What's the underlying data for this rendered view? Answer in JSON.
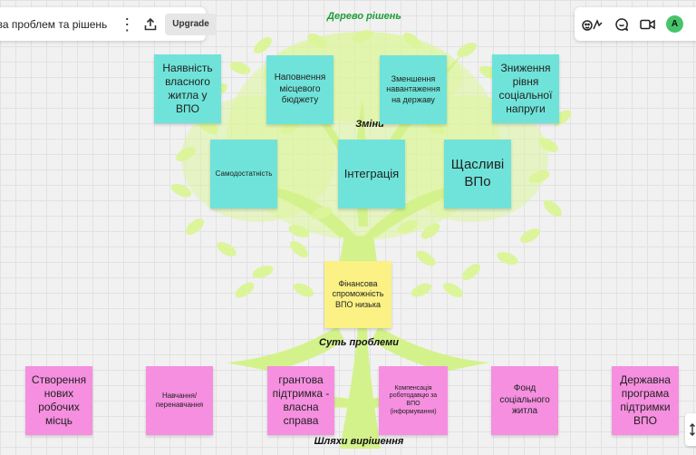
{
  "header": {
    "board_title": "ева проблем та рішень",
    "upgrade_label": "Upgrade",
    "avatar_initial": "A"
  },
  "labels": {
    "tree_title": "Дерево рішень",
    "changes": "Зміни",
    "core_problem": "Суть проблеми",
    "solutions": "Шляхи вирішення"
  },
  "colors": {
    "tree": "#dcf59a",
    "teal_note": "#6fe3d9",
    "yellow_note": "#fbf185",
    "pink_note": "#f68fe0",
    "title_green": "#1f9d3a"
  },
  "notes": {
    "teal_top": [
      "Наявність власного житла у ВПО",
      "Наповнення місцевого бюджету",
      "Зменшення навантаження на державу",
      "Зниження рівня соціальної напруги"
    ],
    "teal_mid": [
      "Самодостатність",
      "Інтеграція",
      "Щасливі ВПо"
    ],
    "core": "Фінансова спроможність ВПО низька",
    "pink": [
      "Створення нових робочих місць",
      "Навчання/ перенавчання",
      "грантова підтримка - власна справа",
      "Компенсація роботодавцю за ВПО (інформування)",
      "Фонд соціального житла",
      "Державна програма підтримки ВПО"
    ]
  },
  "icons": [
    "more-icon",
    "share-icon",
    "reactions-icon",
    "chat-icon",
    "video-icon"
  ]
}
